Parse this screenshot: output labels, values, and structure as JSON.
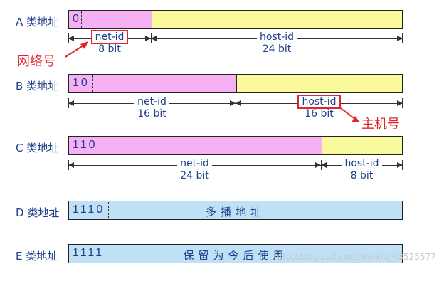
{
  "classes": [
    {
      "label": "A 类地址",
      "bits": "0",
      "segments": [
        "pink",
        "yellow"
      ],
      "net": {
        "name": "net-id",
        "size": "8 bit"
      },
      "host": {
        "name": "host-id",
        "size": "24 bit"
      }
    },
    {
      "label": "B 类地址",
      "bits": "10",
      "segments": [
        "pink",
        "yellow"
      ],
      "net": {
        "name": "net-id",
        "size": "16 bit"
      },
      "host": {
        "name": "host-id",
        "size": "16 bit"
      }
    },
    {
      "label": "C 类地址",
      "bits": "110",
      "segments": [
        "pink",
        "yellow"
      ],
      "net": {
        "name": "net-id",
        "size": "24 bit"
      },
      "host": {
        "name": "host-id",
        "size": "8 bit"
      }
    },
    {
      "label": "D 类地址",
      "bits": "1110",
      "text": "多播地址"
    },
    {
      "label": "E 类地址",
      "bits": "1111",
      "text": "保留为今后使用"
    }
  ],
  "callouts": {
    "network": "网络号",
    "host": "主机号"
  },
  "watermark": "http://blog.csdn.net/weixin_43525577",
  "colors": {
    "net_segment": "#f6b0f4",
    "host_segment": "#fafa9c",
    "special_segment": "#bfe0f5",
    "highlight": "#e0262a",
    "text": "#1f3f8a"
  }
}
